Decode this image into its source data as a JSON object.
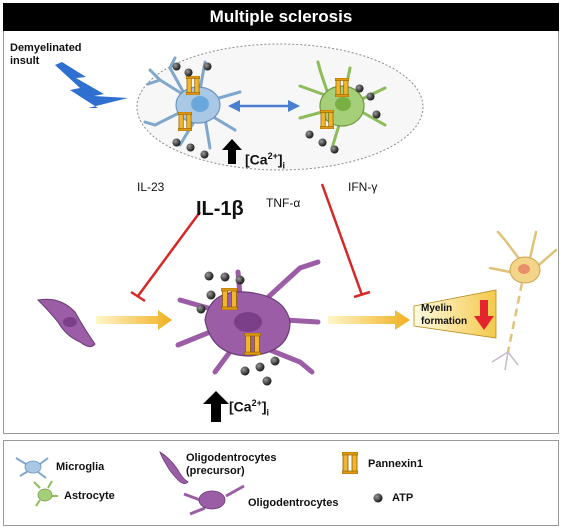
{
  "title": "Multiple sclerosis",
  "labels": {
    "demyelinated": [
      "Demyelinated",
      "insult"
    ],
    "il23": "IL-23",
    "ifn": "IFN-γ",
    "tnf": "TNF-α",
    "il1b": "IL-1β",
    "ca_base": "[Ca",
    "ca_sup": "2+",
    "ca_close": "]",
    "ca_sub": "i",
    "myelin": [
      "Myelin",
      "formation"
    ]
  },
  "legend": {
    "microglia": "Microglia",
    "astrocyte": "Astrocyte",
    "opc": [
      "Oligodentrocytes",
      "(precursor)"
    ],
    "oligo": "Oligodentrocytes",
    "pannexin": "Pannexin1",
    "atp": "ATP"
  },
  "colors": {
    "title_bg": "#000000",
    "microglia": "#a9c8e6",
    "astrocyte": "#a6cf7a",
    "oligodendrocyte": "#9b5ea6",
    "pannexin": "#f2b52c",
    "inhibition": "#d62828",
    "bolt": "#2f6fd0",
    "double_arrow": "#4a7fd0",
    "decrease_arrow": "#e3262e"
  }
}
